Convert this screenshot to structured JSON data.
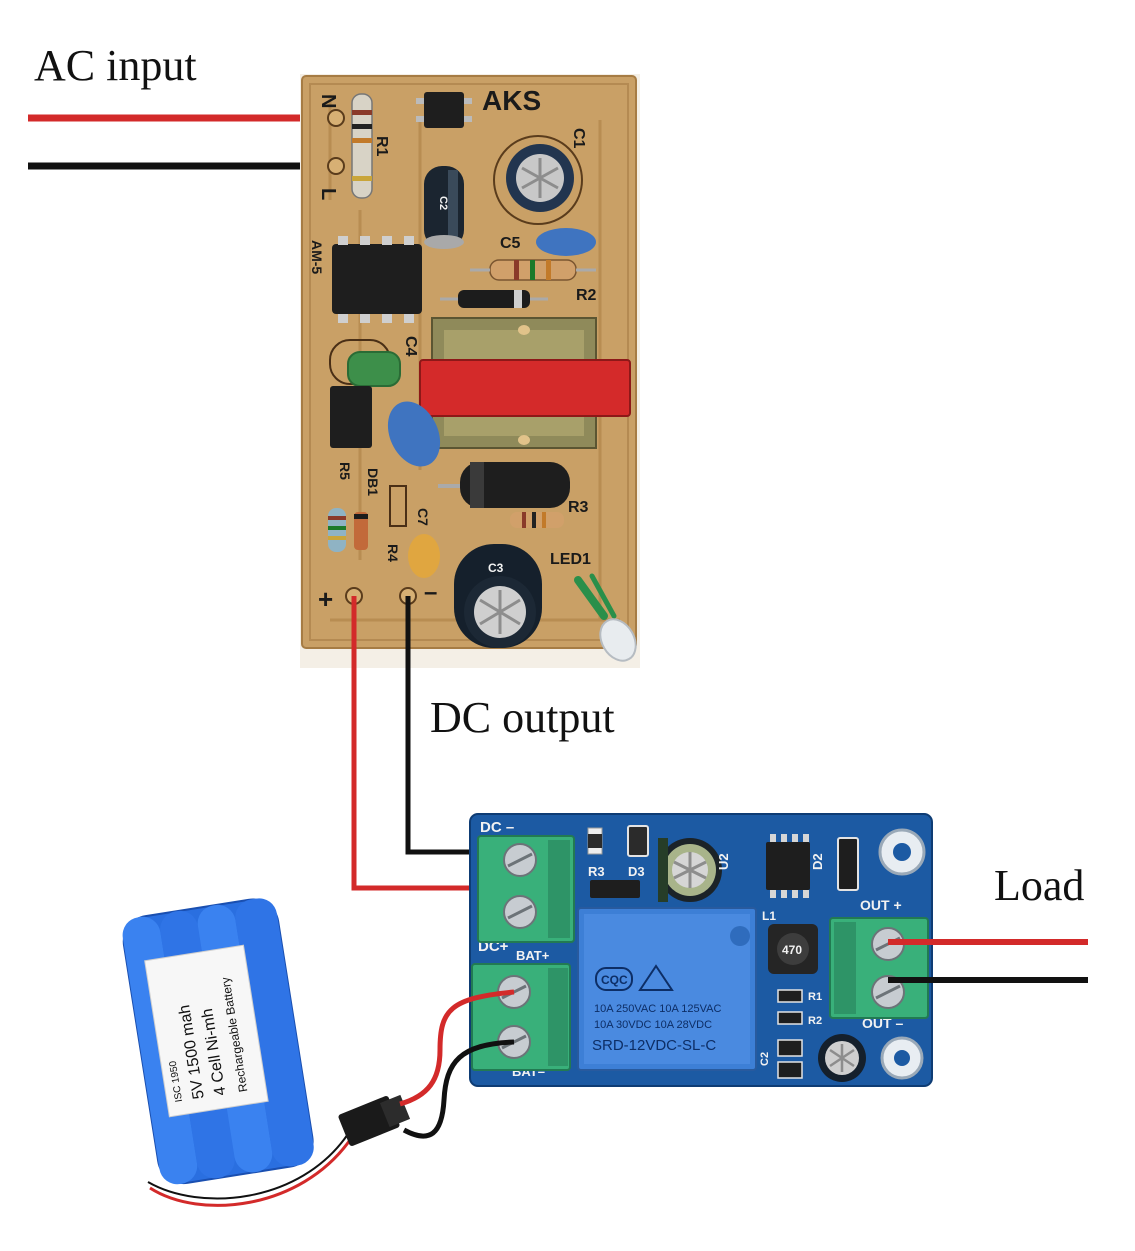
{
  "labels": {
    "ac_input": "AC input",
    "dc_output": "DC output",
    "load": "Load"
  },
  "psu_board": {
    "brand": "AKS",
    "model": "AM-5",
    "pin_n": "N",
    "pin_l": "L",
    "plus": "+",
    "minus": "–",
    "refs": [
      "R1",
      "C1",
      "C5",
      "R2",
      "C4",
      "R5",
      "DB1",
      "C7",
      "R4",
      "R3",
      "LED1",
      "C2",
      "C3"
    ]
  },
  "switch_board": {
    "dc_minus": "DC –",
    "dc_plus": "DC+",
    "bat_plus": "BAT+",
    "bat_minus": "BAT–",
    "out_plus": "OUT +",
    "out_minus": "OUT –",
    "refs": [
      "R3",
      "D3",
      "U2",
      "D2",
      "L1",
      "R1",
      "R2",
      "C2"
    ],
    "inductor": "470"
  },
  "relay": {
    "cert": "CQC",
    "line1": "10A 250VAC  10A 125VAC",
    "line2": "10A  30VDC  10A  28VDC",
    "model": "SRD-12VDC-SL-C"
  },
  "battery": {
    "line1": "ISC 1950",
    "line2": "5V 1500 mah",
    "line3": "4 Cell Ni-mh",
    "line4": "Rechargeable Battery"
  },
  "colors": {
    "wire_positive": "#d32a2a",
    "wire_negative": "#111111",
    "psu_pcb": "#c9a066",
    "switch_pcb": "#1c5aa3",
    "terminal": "#39b07a",
    "relay": "#3d7fd6",
    "battery": "#2a6fe0"
  }
}
